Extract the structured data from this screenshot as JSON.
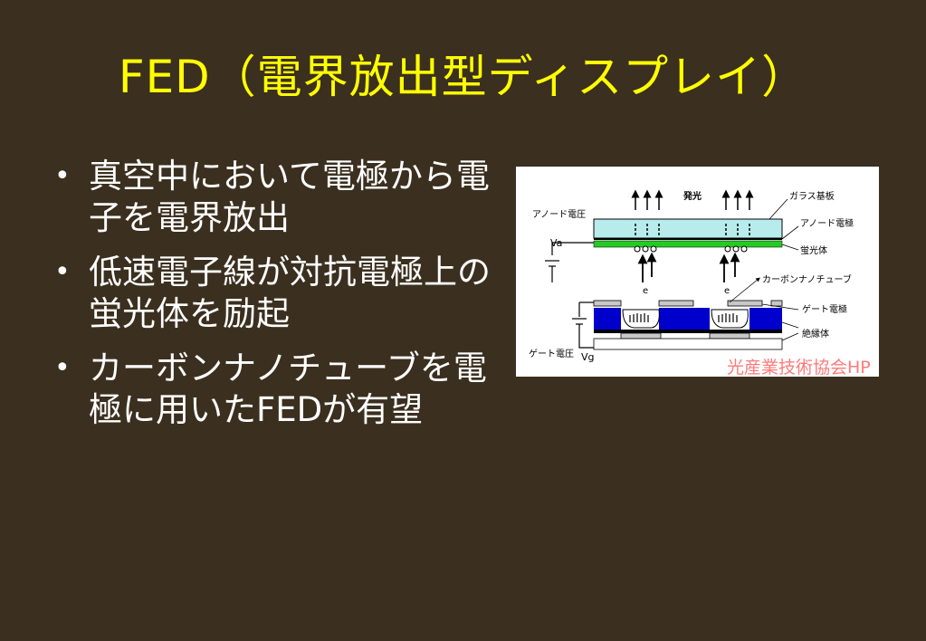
{
  "slide": {
    "title": "FED（電界放出型ディスプレイ）",
    "bullets": [
      "真空中において電極から電子を電界放出",
      "低速電子線が対抗電極上の蛍光体を励起",
      "カーボンナノチューブを電極に用いたFEDが有望"
    ],
    "bullet_symbol": "•"
  },
  "figure": {
    "labels": {
      "emission": "発光",
      "glass_substrate": "ガラス基板",
      "anode_voltage": "アノード電圧",
      "anode_electrode": "アノード電極",
      "va": "Va",
      "phosphor": "蛍光体",
      "carbon_nanotube": "カーボンナノチューブ",
      "gate_electrode": "ゲート電極",
      "insulator": "絶縁体",
      "gate_voltage": "ゲート電圧",
      "vg": "Vg",
      "electron": "e"
    },
    "caption": "光産業技術協会HP"
  },
  "colors": {
    "background": "#3b2f1f",
    "title": "#ffff00",
    "text": "#ffffff",
    "glass": "#b8ecec",
    "phosphor": "#22cc22",
    "insulator": "#0000cc",
    "gate": "#c8c8c8",
    "caption": "#ff7a7a"
  }
}
